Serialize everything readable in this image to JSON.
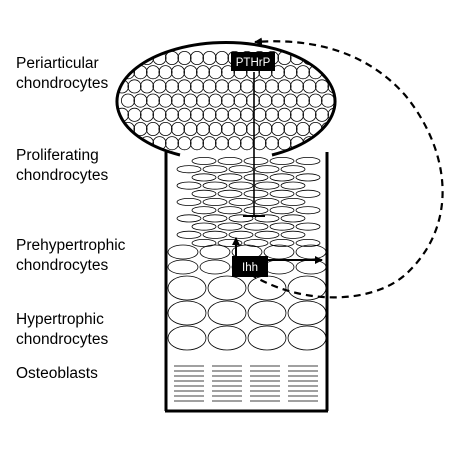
{
  "zones": [
    {
      "id": "periarticular",
      "lines": [
        "Periarticular",
        "chondrocytes"
      ]
    },
    {
      "id": "proliferating",
      "lines": [
        "Proliferating",
        "chondrocytes"
      ]
    },
    {
      "id": "prehypertrophic",
      "lines": [
        "Prehypertrophic",
        "chondrocytes"
      ]
    },
    {
      "id": "hypertrophic",
      "lines": [
        "Hypertrophic",
        "chondrocytes"
      ]
    },
    {
      "id": "osteoblasts",
      "lines": [
        "Osteoblasts"
      ]
    }
  ],
  "signals": {
    "pthrp": "PTHrP",
    "ihh": "Ihh"
  },
  "colors": {
    "ink": "#000000",
    "background": "#ffffff",
    "signal_box": "#000000",
    "signal_text": "#ffffff"
  }
}
